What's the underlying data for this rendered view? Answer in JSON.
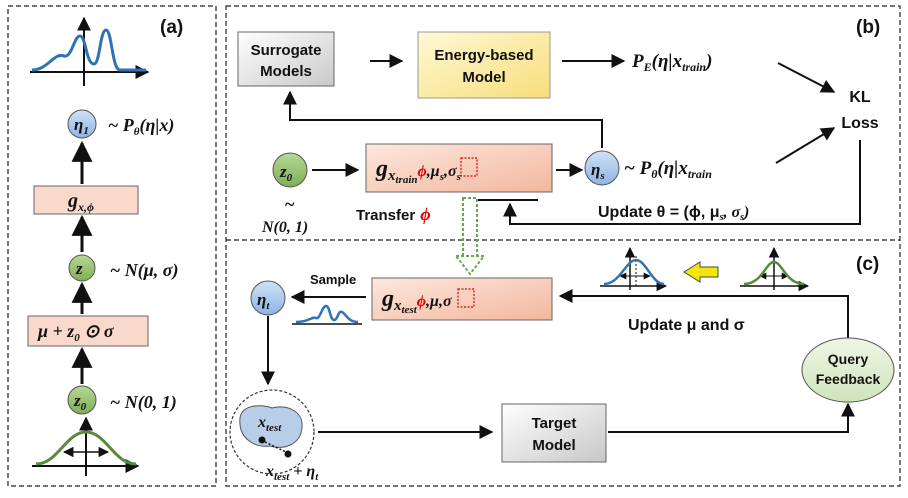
{
  "panels": {
    "a": "(a)",
    "b": "(b)",
    "c": "(c)"
  },
  "panel_a": {
    "eta1": "η",
    "eta1_sub": "1",
    "eta1_dist": "~ P",
    "eta1_dist_sub": "θ",
    "eta1_dist_arg": "(η|x)",
    "g_box": "g",
    "g_sub": "x,ϕ",
    "z": "z",
    "z_dist": "~ N(μ, σ)",
    "reparam": "μ + z",
    "reparam_sub": "0",
    "reparam_tail": " ⊙ σ",
    "z0": "z",
    "z0_sub": "0",
    "z0_dist": "~ N(0, 1)"
  },
  "panel_b": {
    "surrogate": [
      "Surrogate",
      "Models"
    ],
    "energy": [
      "Energy-based",
      "Model"
    ],
    "pe": "P",
    "pe_sub": "E",
    "pe_arg": "(η|x",
    "pe_arg_sub": "train",
    "pe_close": ")",
    "kl": [
      "KL",
      "Loss"
    ],
    "z0": "z",
    "z0_sub": "0",
    "tilde": "~",
    "n01": "N(0, 1)",
    "g_train": "g",
    "g_train_sub": "x",
    "g_train_subsub": "train",
    "g_train_phi": "ϕ",
    "g_train_rest": ",μ",
    "g_train_rest_sub": "s",
    "g_train_sigma": ",σ",
    "g_train_sigma_sub": "s",
    "eta_s": "η",
    "eta_s_sub": "s",
    "ptheta": "~ P",
    "ptheta_sub": "θ",
    "ptheta_arg": "(η|x",
    "ptheta_arg_sub": "train",
    "transfer": "Transfer",
    "transfer_phi": "ϕ",
    "update_theta": "Update θ = (ϕ, μ",
    "update_theta_sub1": "s",
    "update_theta_mid": ", σ",
    "update_theta_sub2": "s",
    "update_theta_end": ")"
  },
  "panel_c": {
    "eta_t": "η",
    "eta_t_sub": "t",
    "sample": "Sample",
    "g_test": "g",
    "g_test_sub": "x",
    "g_test_subsub": "test",
    "g_test_phi": "ϕ",
    "g_test_rest": ",μ,σ",
    "update": "Update μ and σ",
    "query": [
      "Query",
      "Feedback"
    ],
    "target": [
      "Target",
      "Model"
    ],
    "xtest": "x",
    "xtest_sub": "test",
    "xtest_eta": "x",
    "xtest_eta_sub": "test",
    "xtest_eta_plus": " + η",
    "xtest_eta_sub2": "t"
  },
  "colors": {
    "node_green": "#9cc47a",
    "node_blue": "#a9c8ee",
    "box_salmon": "#f8d9cc",
    "box_gray": "#e6e6e6",
    "box_yellow": "#fbf0b4",
    "curve_blue": "#2e74b5",
    "curve_green": "#5a8a3a",
    "arrow_yellow": "#f5e60a",
    "phi_red": "#e00000"
  }
}
